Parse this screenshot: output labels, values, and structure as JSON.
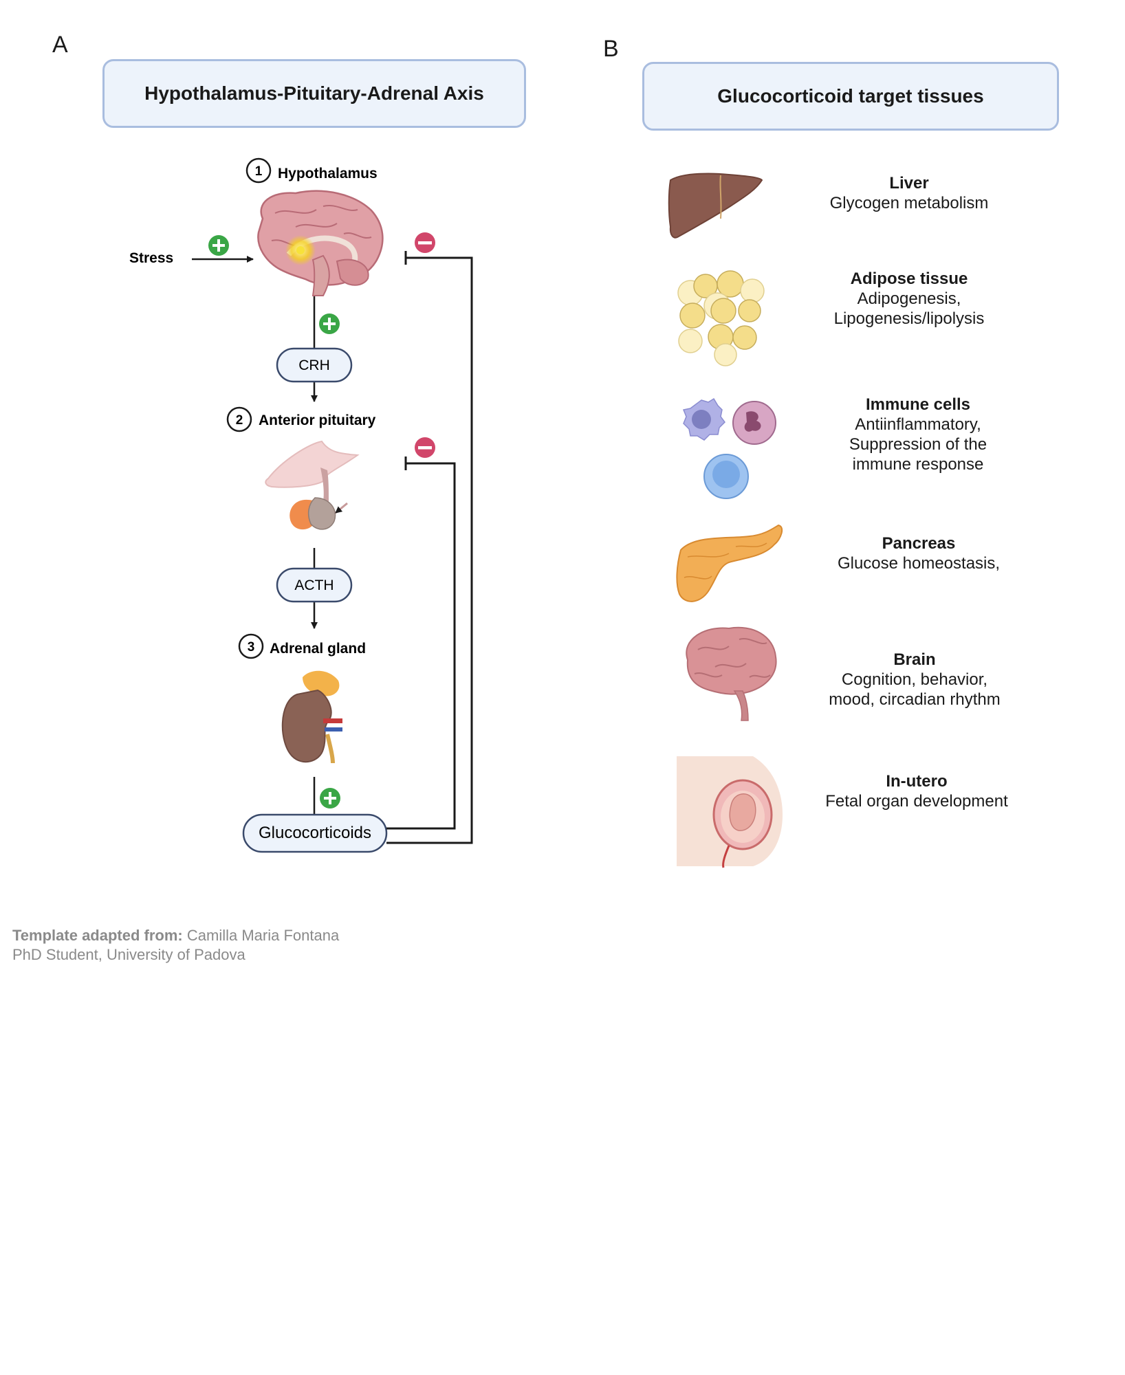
{
  "panel_a": {
    "letter": "A",
    "title": "Hypothalamus-Pituitary-Adrenal Axis",
    "stress": "Stress",
    "steps": [
      {
        "number": "1",
        "label": "Hypothalamus"
      },
      {
        "number": "2",
        "label": "Anterior pituitary"
      },
      {
        "number": "3",
        "label": "Adrenal gland"
      }
    ],
    "hormones": [
      "CRH",
      "ACTH"
    ],
    "output": "Glucocorticoids",
    "signs": {
      "plus": "+",
      "minus": "−"
    },
    "colors": {
      "plus": "#3aa646",
      "minus": "#d1466a",
      "pill_fill": "#edf3fb",
      "pill_border": "#3a4a6b"
    }
  },
  "panel_b": {
    "letter": "B",
    "title": "Glucocorticoid target tissues",
    "tissues": [
      {
        "name": "Liver",
        "description": "Glycogen metabolism",
        "icon": "liver-icon"
      },
      {
        "name": "Adipose tissue",
        "description": "Adipogenesis,\nLipogenesis/lipolysis",
        "icon": "adipose-cells-icon"
      },
      {
        "name": "Immune cells",
        "description": "Antiinflammatory,\nSuppression of  the\nimmune response",
        "icon": "immune-cells-icon"
      },
      {
        "name": "Pancreas",
        "description": "Glucose homeostasis,",
        "icon": "pancreas-icon"
      },
      {
        "name": "Brain",
        "description": "Cognition, behavior,\nmood, circadian rhythm",
        "icon": "brain-icon"
      },
      {
        "name": "In-utero",
        "description": "Fetal organ development",
        "icon": "fetus-in-utero-icon"
      }
    ]
  },
  "credit": {
    "prefix": "Template adapted from:",
    "author": "Camilla Maria Fontana",
    "affiliation": "PhD Student, University of Padova"
  }
}
